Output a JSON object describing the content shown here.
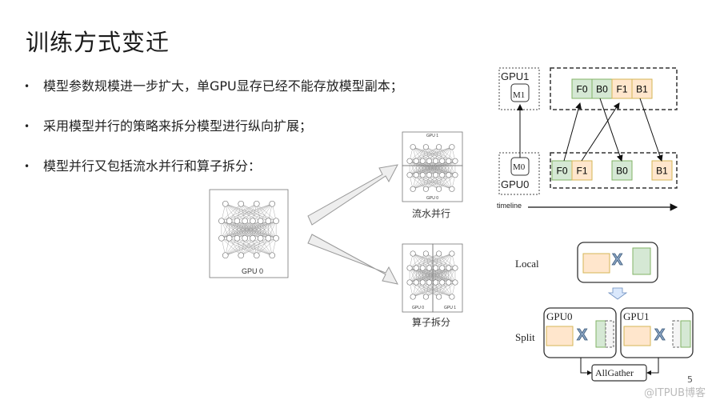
{
  "slide": {
    "title": "训练方式变迁",
    "bullets": [
      "模型参数规模进一步扩大，单GPU显存已经不能存放模型副本；",
      "采用模型并行的策略来拆分模型进行纵向扩展；",
      "模型并行又包括流水并行和算子拆分："
    ],
    "page_number": "5",
    "watermark": "@ITPUB博客"
  },
  "network_figure": {
    "single_label": "GPU 0",
    "pipeline": {
      "caption": "流水并行",
      "top_label": "GPU 1",
      "bottom_label": "GPU 0"
    },
    "operator_split": {
      "caption": "算子拆分",
      "left_label": "GPU 0",
      "right_label": "GPU 1"
    }
  },
  "pipeline_diagram": {
    "gpu1_label": "GPU1",
    "gpu0_label": "GPU0",
    "model1": "M1",
    "model0": "M0",
    "gpu1_blocks": [
      "F0",
      "B0",
      "F1",
      "B1"
    ],
    "gpu0_blocks": [
      "F0",
      "F1",
      "B0",
      "B1"
    ],
    "timeline_label": "timeline",
    "colors": {
      "green_fill": "#d5e8d4",
      "green_stroke": "#82b366",
      "orange_fill": "#ffe6cc",
      "orange_stroke": "#d6b656"
    }
  },
  "split_diagram": {
    "local_label": "Local",
    "split_label": "Split",
    "gpu0_label": "GPU0",
    "gpu1_label": "GPU1",
    "op_symbol": "X",
    "allgather_label": "AllGather"
  }
}
